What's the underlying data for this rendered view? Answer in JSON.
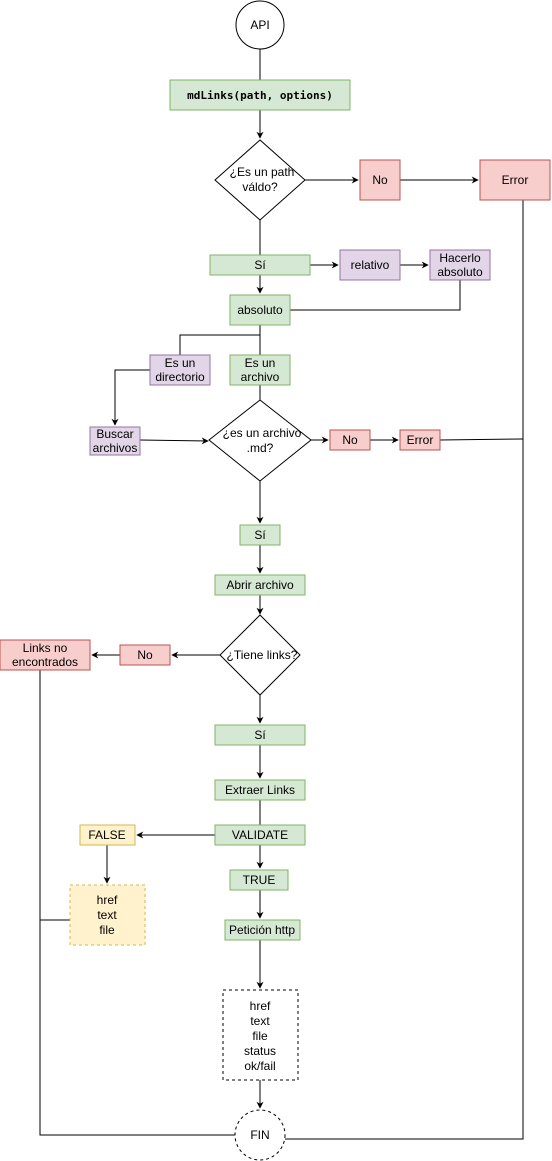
{
  "nodes": {
    "api": "API",
    "mdlinks": "mdLinks(path, options)",
    "valid_path": [
      "¿Es un path",
      "váldo?"
    ],
    "no_path": "No",
    "error_path": "Error",
    "si_path": "Sí",
    "relativo": "relativo",
    "hacerlo_absoluto": [
      "Hacerlo",
      "absoluto"
    ],
    "absoluto": "absoluto",
    "es_directorio": [
      "Es un",
      "directorio"
    ],
    "es_archivo": [
      "Es un",
      "archivo"
    ],
    "buscar_archivos": [
      "Buscar",
      "archivos"
    ],
    "es_md": [
      "¿es un archivo",
      ".md?"
    ],
    "no_md": "No",
    "error_md": "Error",
    "si_md": "Sí",
    "abrir_archivo": "Abrir archivo",
    "tiene_links": "¿Tiene links?",
    "no_links": "No",
    "links_no_encontrados": [
      "Links no",
      "encontrados"
    ],
    "si_links": "Sí",
    "extraer_links": "Extraer Links",
    "validate": "VALIDATE",
    "false": "FALSE",
    "false_output": [
      "href",
      "text",
      "file"
    ],
    "true": "TRUE",
    "peticion_http": "Petición http",
    "true_output": [
      "href",
      "text",
      "file",
      "status",
      "ok/fail"
    ],
    "fin": "FIN"
  },
  "colors": {
    "green_fill": "#d5e8d4",
    "green_stroke": "#82b366",
    "red_fill": "#f8cecc",
    "red_stroke": "#b85450",
    "purple_fill": "#e1d5e7",
    "purple_stroke": "#9673a6",
    "yellow_fill": "#fff2cc",
    "yellow_stroke": "#d6b656",
    "line": "#000000"
  }
}
